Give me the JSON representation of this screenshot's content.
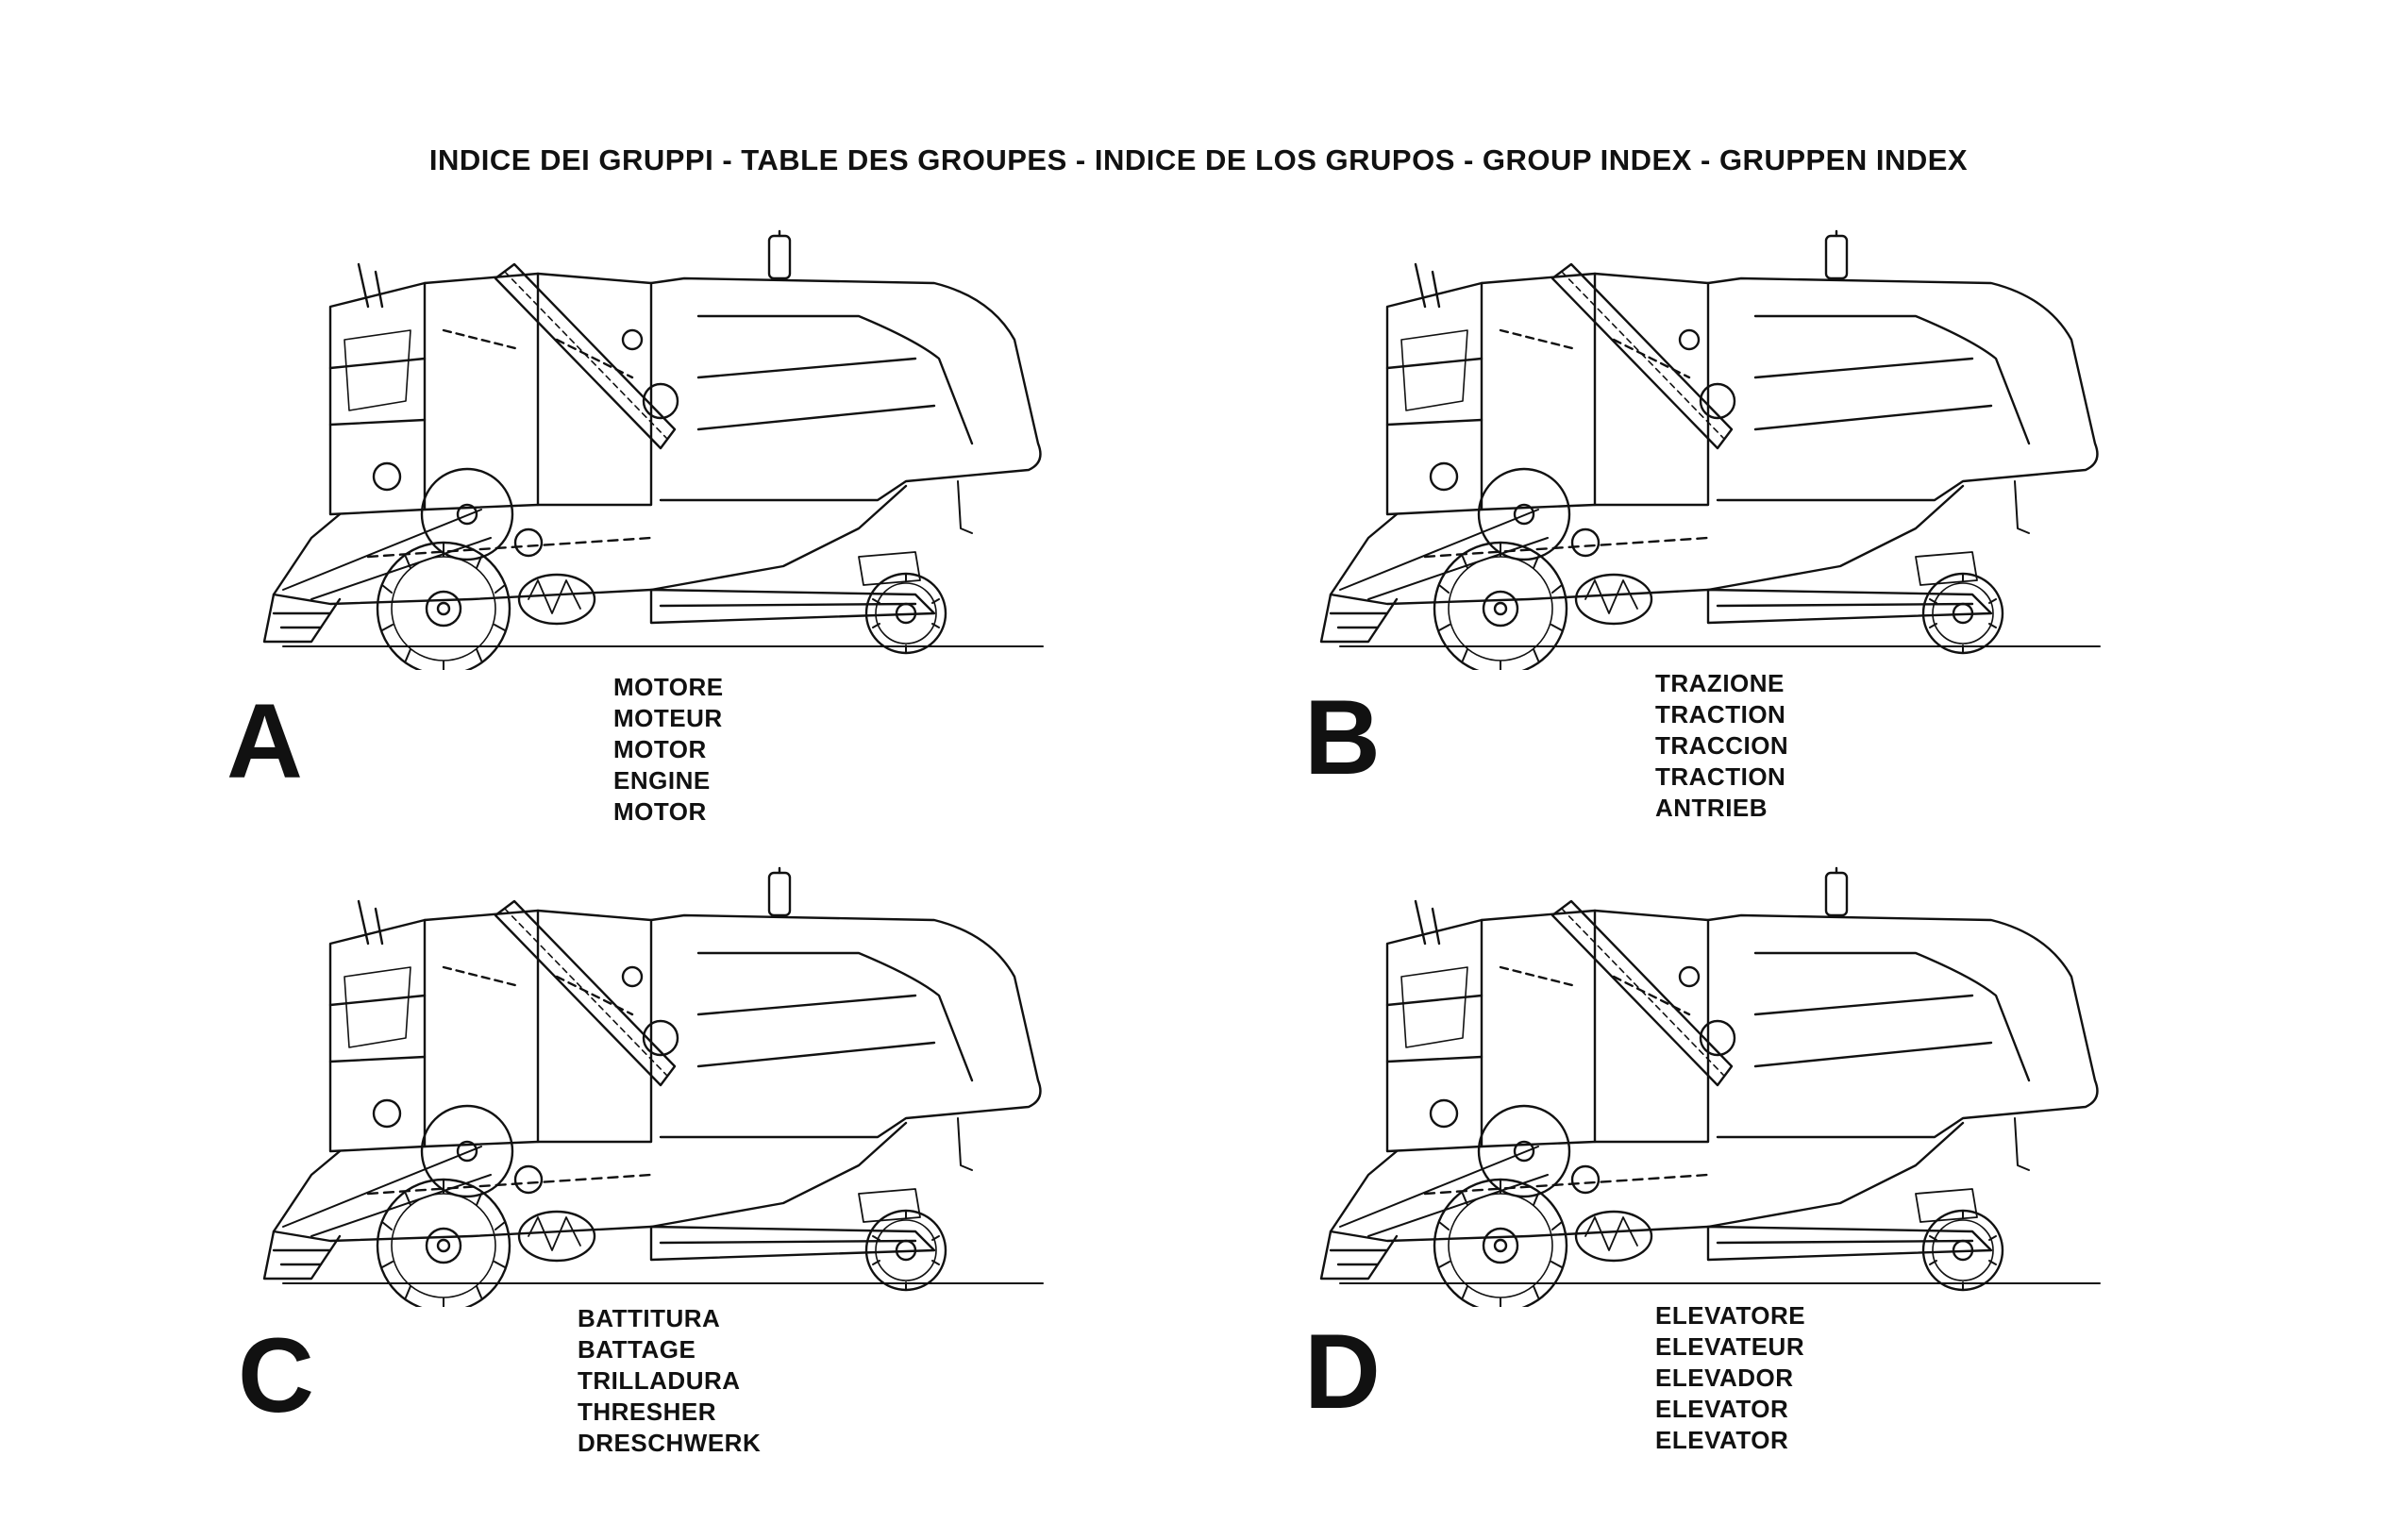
{
  "title": "INDICE DEI GRUPPI - TABLE DES GROUPES - INDICE DE LOS GRUPOS - GROUP INDEX - GRUPPEN INDEX",
  "groups": [
    {
      "letter": "A",
      "labels": [
        "MOTORE",
        "MOTEUR",
        "MOTOR",
        "ENGINE",
        "MOTOR"
      ]
    },
    {
      "letter": "B",
      "labels": [
        "TRAZIONE",
        "TRACTION",
        "TRACCION",
        "TRACTION",
        "ANTRIEB"
      ]
    },
    {
      "letter": "C",
      "labels": [
        "BATTITURA",
        "BATTAGE",
        "TRILLADURA",
        "THRESHER",
        "DRESCHWERK"
      ]
    },
    {
      "letter": "D",
      "labels": [
        "ELEVATORE",
        "ELEVATEUR",
        "ELEVADOR",
        "ELEVATOR",
        "ELEVATOR"
      ]
    }
  ],
  "colors": {
    "ink": "#111111",
    "paper": "#ffffff"
  }
}
